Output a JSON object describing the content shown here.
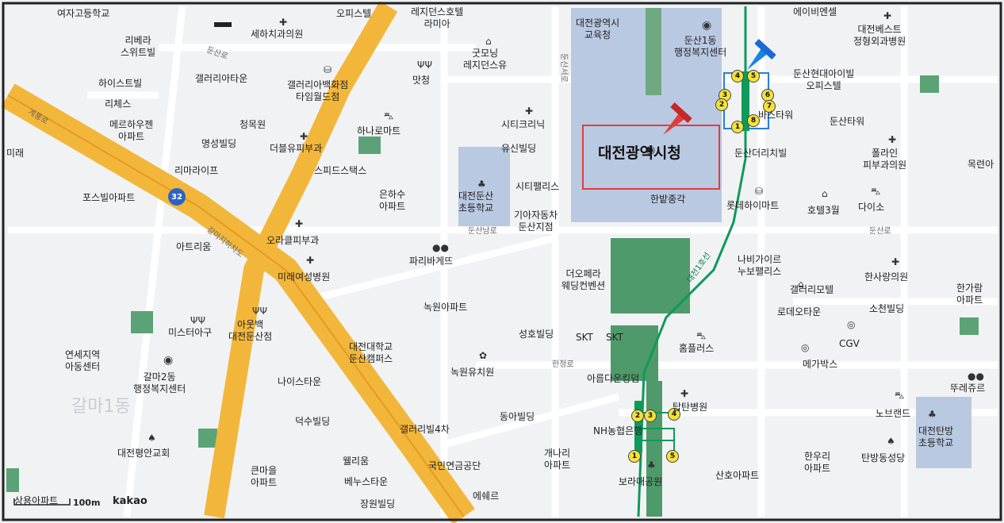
{
  "map": {
    "brand": "kakao",
    "scale": "100m",
    "highlight": "대전광역시청",
    "labels": {
      "l1": "여자고등학교",
      "l2": "오피스텔",
      "l3": "레지던스호텔\n라미아",
      "l4": "에이비엔셀",
      "l5": "대전베스트\n정형외과병원",
      "l6": "세하치과의원",
      "l7": "리베라\n스위트빌",
      "l8": "굿모닝\n레지던스유",
      "l9": "대전광역시\n교육청",
      "l10": "둔산1동\n행정복지센터",
      "l11": "둔산현대아이빌\n오피스텔",
      "l12": "하이스트빌",
      "l13": "갤러리아타운",
      "l14": "갤러리아백화점\n타임월드점",
      "l15": "맛청",
      "l16": "리체스",
      "l17": "메르하우젠\n아파트",
      "l18": "청목원",
      "l19": "하나로마트",
      "l20": "시티크리닉",
      "l21": "둔산타워",
      "l22": "바스타워",
      "l23": "명성빌딩",
      "l24": "더블유피부과",
      "l25": "유신빌딩",
      "l26": "둔산더리치빌",
      "l27": "폴라인\n피부과의원",
      "l28": "미래",
      "l29": "리마라이프",
      "l30": "스피드스택스",
      "l31": "목련아",
      "l32": "포스빌아파트",
      "l33": "은하수\n아파트",
      "l34": "대전둔산\n초등학교",
      "l35": "시티팰리스",
      "l36": "한밭종각",
      "l37": "롯데하이마트",
      "l38": "호텔3월",
      "l39": "다이소",
      "l40": "기아자동차\n둔산지점",
      "l41": "갈마지하차도",
      "l42": "오라클피부과",
      "l43": "아트리움",
      "l44": "파리바게뜨",
      "l45": "나비가이르\n누보팰리스",
      "l46": "미래여성병원",
      "l47": "더오페라\n웨딩컨벤션",
      "l48": "갤러리모텔",
      "l49": "한사랑의원",
      "l50": "한가람\n아파트",
      "l51": "녹원아파트",
      "l52": "로데오타운",
      "l53": "소천빌딩",
      "l54": "미스터아구",
      "l55": "아웃백\n대전둔산점",
      "l56": "성호빌딩",
      "l57": "SKT",
      "l58": "SKT",
      "l59": "CGV",
      "l60": "연세지역\n아동센터",
      "l61": "대전대학교\n둔산캠퍼스",
      "l62": "홈플러스",
      "l63": "메가박스",
      "l64": "갈마2동\n행정복지센터",
      "l65": "녹원유치원",
      "l66": "나이스타운",
      "l67": "아름다운킹덤",
      "l68": "뚜레쥬르",
      "l69": "탑탄병원",
      "l70": "동아빌딩",
      "l71": "노브랜드",
      "l72": "덕수빌딩",
      "l73": "갤러리빌4차",
      "l74": "NH농협은행",
      "l75": "대전탄방\n초등학교",
      "l76": "대전평안교회",
      "l77": "개나리\n아파트",
      "l78": "한우리\n아파트",
      "l79": "탄방동성당",
      "l80": "웰리움",
      "l81": "국민연금공단",
      "l82": "큰마을\n아파트",
      "l83": "베누스타운",
      "l84": "보라매공원",
      "l85": "산호아파트",
      "l86": "장원빌딩",
      "l87": "에쉐르",
      "l88": "상용아파트",
      "l89": "갈마1동",
      "l90": "대전1호선",
      "l91": "둔산로",
      "l92": "둔산남로",
      "l93": "둔산서로",
      "l94": "한청로",
      "l95": "계룡로",
      "l96": "둔산로",
      "l97": "32"
    }
  }
}
